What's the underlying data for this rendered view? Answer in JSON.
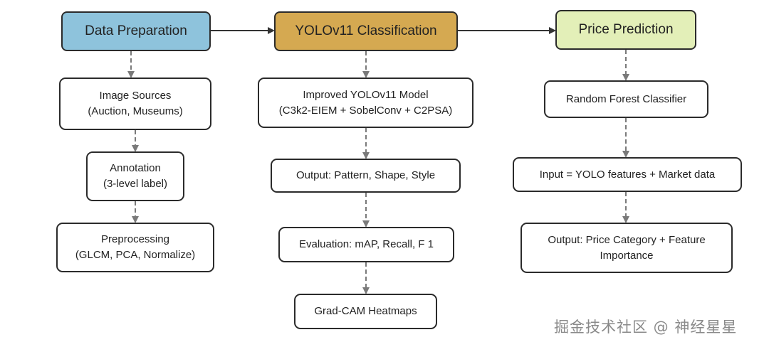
{
  "columns": [
    {
      "header": "Data Preparation",
      "color": "#8ec3dc",
      "steps": [
        {
          "line1": "Image Sources",
          "line2": "(Auction, Museums)"
        },
        {
          "line1": "Annotation",
          "line2": "(3-level label)"
        },
        {
          "line1": "Preprocessing",
          "line2": "(GLCM, PCA, Normalize)"
        }
      ]
    },
    {
      "header": "YOLOv11 Classification",
      "color": "#d5a951",
      "steps": [
        {
          "line1": "Improved YOLOv11 Model",
          "line2": "(C3k2-EIEM + SobelConv + C2PSA)"
        },
        {
          "line1": "Output: Pattern, Shape, Style"
        },
        {
          "line1": "Evaluation: mAP, Recall, F 1"
        },
        {
          "line1": "Grad-CAM Heatmaps"
        }
      ]
    },
    {
      "header": "Price Prediction",
      "color": "#e3efb8",
      "steps": [
        {
          "line1": "Random Forest Classifier"
        },
        {
          "line1": "Input = YOLO features + Market data"
        },
        {
          "line1": "Output: Price Category + Feature",
          "line2": "Importance"
        }
      ]
    }
  ],
  "watermark": "掘金技术社区 @ 神经星星"
}
